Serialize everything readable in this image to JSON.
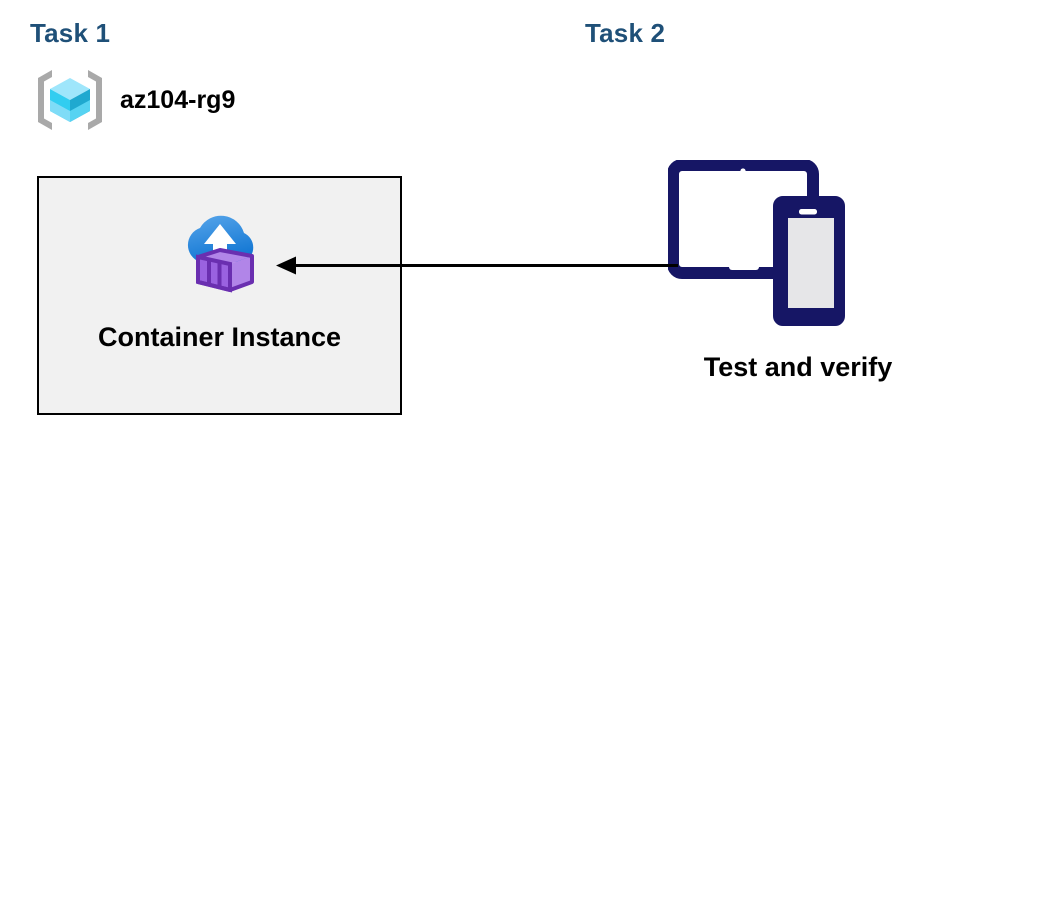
{
  "diagram": {
    "title": "Azure Container Instance task diagram",
    "background": "#ffffff"
  },
  "colors": {
    "task_label": "#1F5078",
    "panel_border": "#000000",
    "container_box_fill": "#f1f1f1",
    "container_box_border": "#000000",
    "arrow": "#000000",
    "device_navy": "#161665",
    "device_screen": "#e6e6e8",
    "rg_bracket_gray": "#a9a9a9",
    "rg_cube_light": "#9fe6fb",
    "rg_cube_mid": "#32cdf0",
    "rg_cube_dark": "#1fa9d0",
    "aci_cloud_light": "#4f9ee8",
    "aci_cloud_dark": "#1478d4",
    "aci_box_light": "#b185e8",
    "aci_box_mid": "#9a62e0",
    "aci_box_dark": "#6a2fb0"
  },
  "task1": {
    "label": "Task 1",
    "resource_group": {
      "icon": "resource-group-icon",
      "name": "az104-rg9"
    },
    "container": {
      "icon": "container-instance-icon",
      "label": "Container Instance"
    }
  },
  "task2": {
    "label": "Task 2",
    "verify": {
      "icon": "devices-tablet-phone-icon",
      "label": "Test and verify"
    }
  },
  "connector": {
    "icon": "left-arrow-icon",
    "from": "Test and verify",
    "to": "Container Instance",
    "direction": "right-to-left"
  }
}
